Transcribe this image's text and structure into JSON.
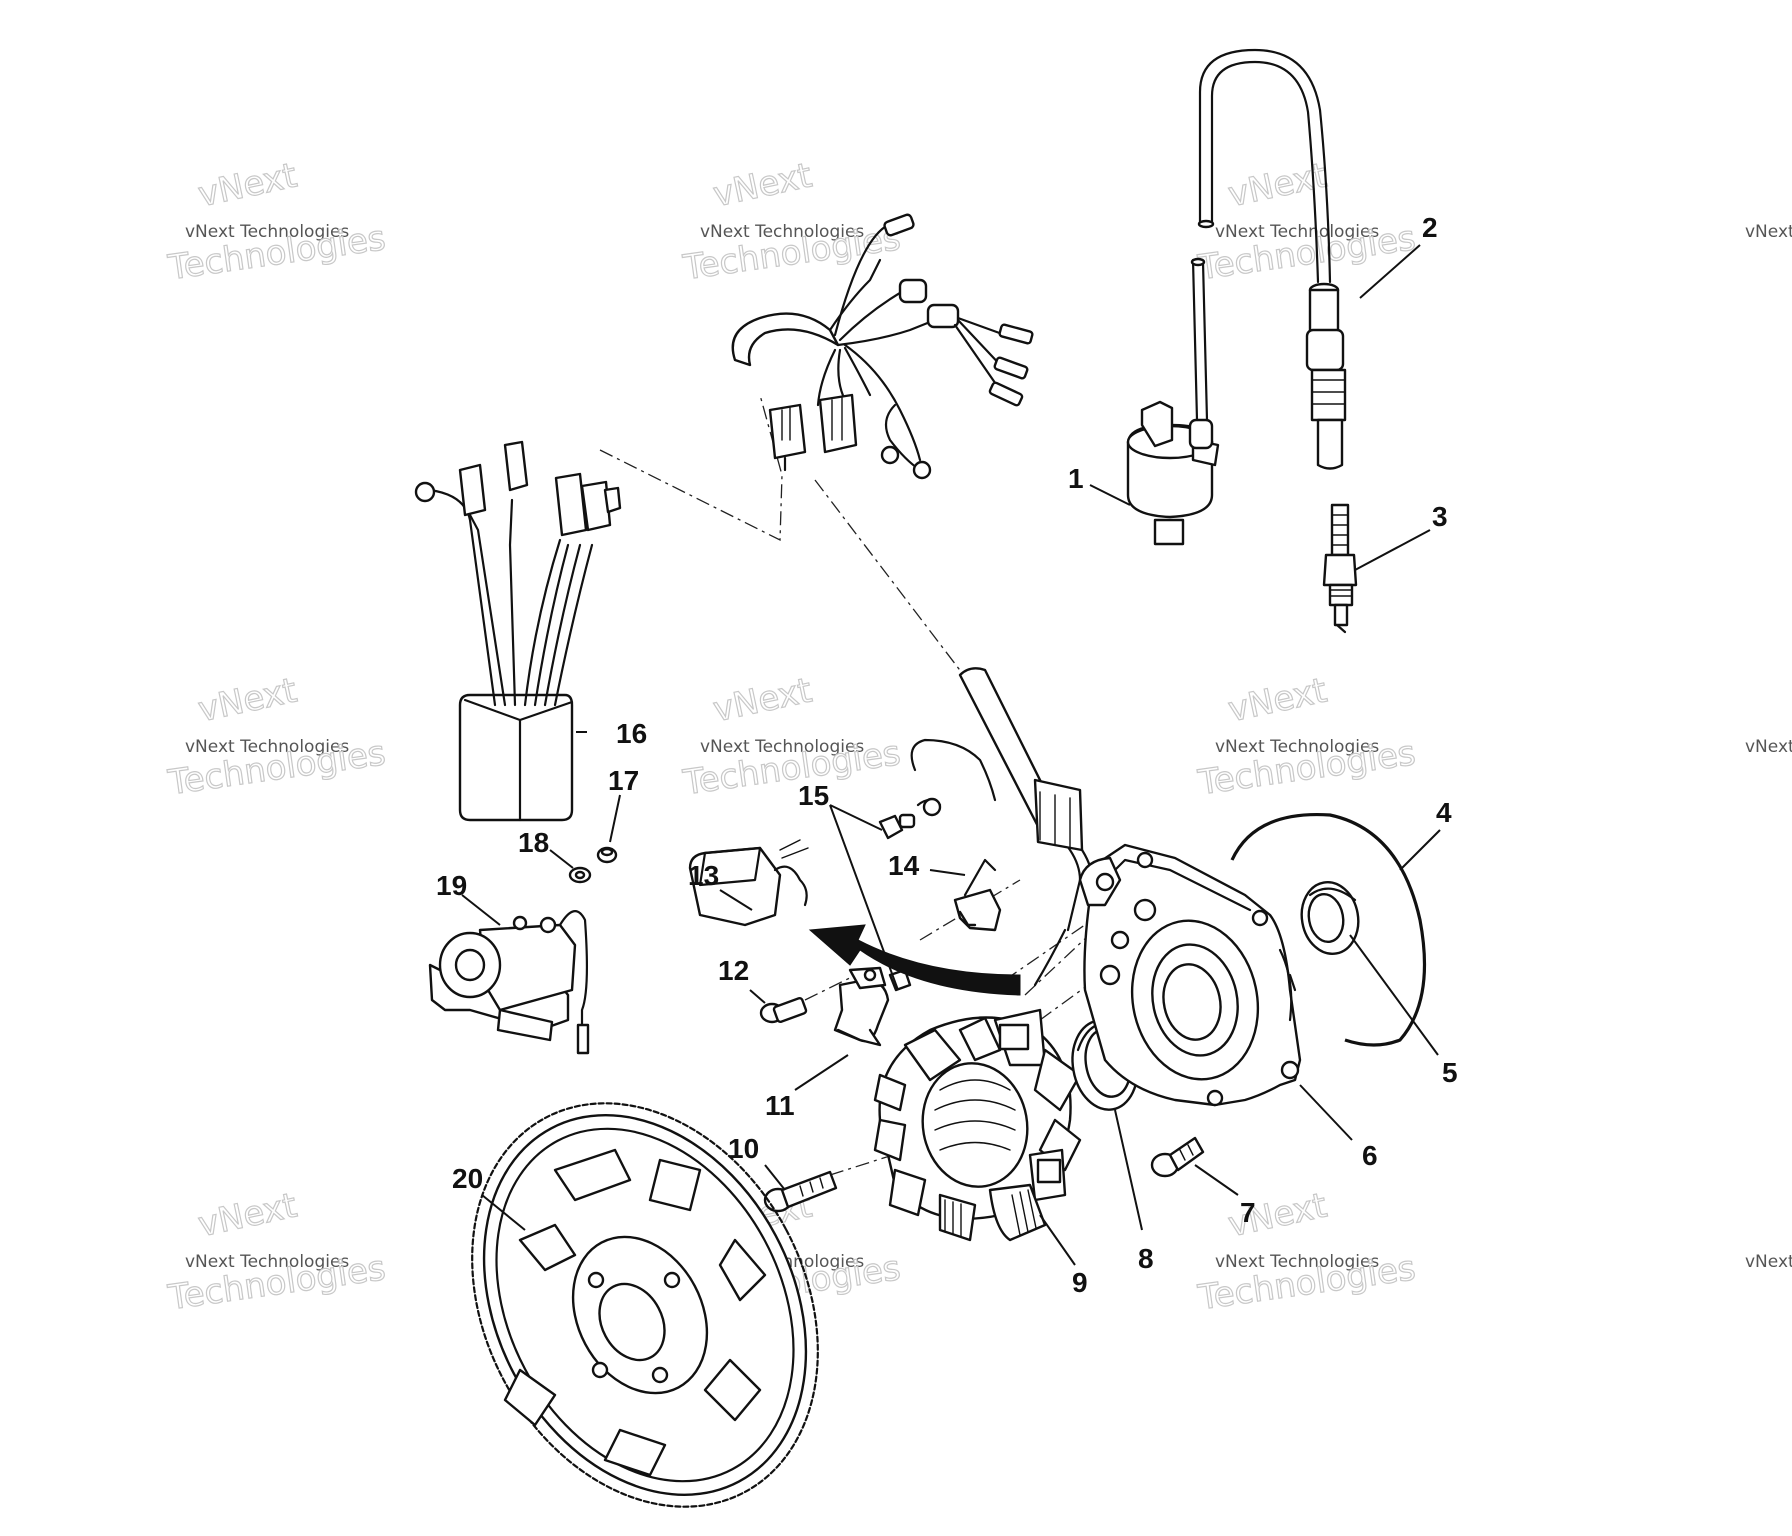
{
  "watermark": {
    "text_small": "vNext Technologies",
    "text_big": "Technologies",
    "text_top": "vNext"
  },
  "callouts": [
    {
      "id": "1",
      "label": "1"
    },
    {
      "id": "2",
      "label": "2"
    },
    {
      "id": "3",
      "label": "3"
    },
    {
      "id": "4",
      "label": "4"
    },
    {
      "id": "5",
      "label": "5"
    },
    {
      "id": "6",
      "label": "6"
    },
    {
      "id": "7",
      "label": "7"
    },
    {
      "id": "8",
      "label": "8"
    },
    {
      "id": "9",
      "label": "9"
    },
    {
      "id": "10",
      "label": "10"
    },
    {
      "id": "11",
      "label": "11"
    },
    {
      "id": "12",
      "label": "12"
    },
    {
      "id": "13",
      "label": "13"
    },
    {
      "id": "14",
      "label": "14"
    },
    {
      "id": "15",
      "label": "15"
    },
    {
      "id": "16",
      "label": "16"
    },
    {
      "id": "17",
      "label": "17"
    },
    {
      "id": "18",
      "label": "18"
    },
    {
      "id": "19",
      "label": "19"
    },
    {
      "id": "20",
      "label": "20"
    }
  ]
}
